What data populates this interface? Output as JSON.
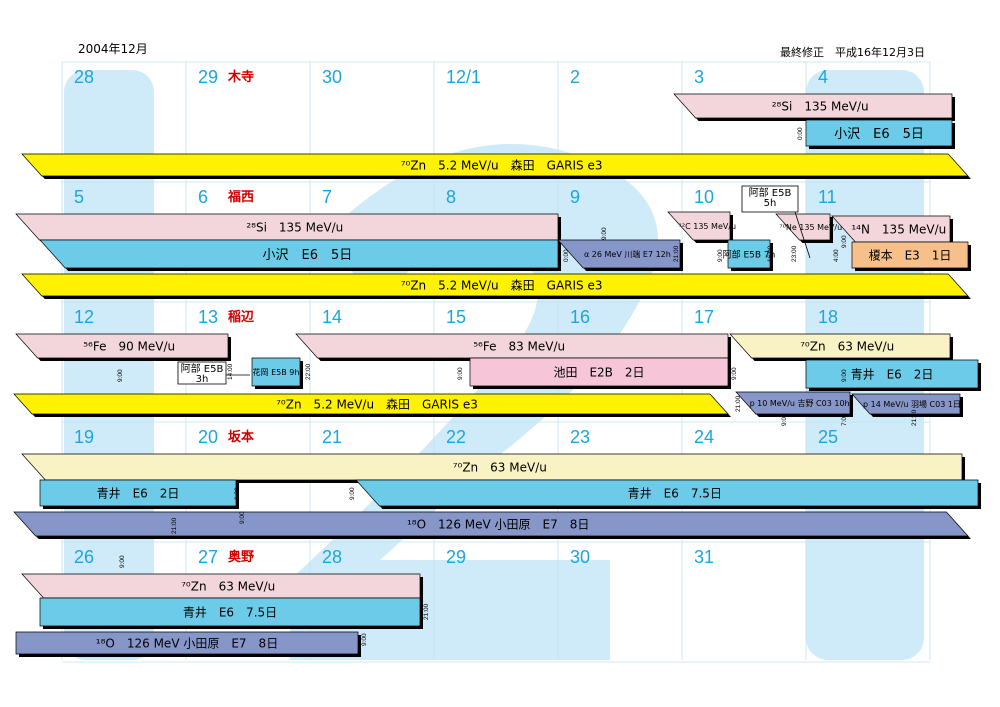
{
  "header": {
    "month": "2004年12月",
    "revision": "最終修正　平成16年12月3日"
  },
  "colors": {
    "pink": "#f3d6dc",
    "blue": "#6ccbe8",
    "yellow": "#fff200",
    "cream": "#f8f2c4",
    "purple": "#8796c8",
    "orange": "#f7c08a",
    "magenta": "#f6c6d8",
    "daynum": "#1aa7e1",
    "person": "#cc0000",
    "watermark": "#cfeaf8"
  },
  "weeks": [
    {
      "days": [
        {
          "d": "28"
        },
        {
          "d": "29",
          "p": "木寺"
        },
        {
          "d": "30"
        },
        {
          "d": "12/1"
        },
        {
          "d": "2"
        },
        {
          "d": "3"
        },
        {
          "d": "4"
        }
      ]
    },
    {
      "days": [
        {
          "d": "5"
        },
        {
          "d": "6",
          "p": "福西"
        },
        {
          "d": "7"
        },
        {
          "d": "8"
        },
        {
          "d": "9"
        },
        {
          "d": "10"
        },
        {
          "d": "11"
        }
      ]
    },
    {
      "days": [
        {
          "d": "12"
        },
        {
          "d": "13",
          "p": "稲辺"
        },
        {
          "d": "14"
        },
        {
          "d": "15"
        },
        {
          "d": "16"
        },
        {
          "d": "17"
        },
        {
          "d": "18"
        }
      ]
    },
    {
      "days": [
        {
          "d": "19"
        },
        {
          "d": "20",
          "p": "坂本"
        },
        {
          "d": "21"
        },
        {
          "d": "22"
        },
        {
          "d": "23"
        },
        {
          "d": "24"
        },
        {
          "d": "25"
        }
      ]
    },
    {
      "days": [
        {
          "d": "26"
        },
        {
          "d": "27",
          "p": "奥野"
        },
        {
          "d": "28"
        },
        {
          "d": "29"
        },
        {
          "d": "30"
        },
        {
          "d": "31"
        },
        {
          "d": ""
        }
      ]
    }
  ],
  "bars": [
    {
      "t": "²⁸Si　135 MeV/u",
      "c": "pink"
    },
    {
      "t": "小沢　E6　5日",
      "c": "blue"
    },
    {
      "t": "⁷⁰Zn　5.2 MeV/u　森田　GARIS e3",
      "c": "yellow"
    },
    {
      "t": "²⁸Si　135 MeV/u",
      "c": "pink"
    },
    {
      "t": "小沢　E6　5日",
      "c": "blue"
    },
    {
      "t": "α 26 MeV 川端 E7 12h",
      "c": "purple"
    },
    {
      "t": "¹²C 135 MeV/u",
      "c": "pink"
    },
    {
      "t": "阿部 E5B 7h",
      "c": "blue"
    },
    {
      "t": "⁷⁰Ne 135 MeV/u",
      "c": "pink"
    },
    {
      "t": "¹⁴N　135 MeV/u",
      "c": "pink"
    },
    {
      "t": "榎本　E3　1日",
      "c": "orange"
    },
    {
      "t": "⁷⁰Zn　5.2 MeV/u　森田　GARIS e3",
      "c": "yellow"
    },
    {
      "t": "⁵⁶Fe　90 MeV/u",
      "c": "pink"
    },
    {
      "t": "花岡 E5B 9h",
      "c": "blue"
    },
    {
      "t": "⁵⁶Fe　83 MeV/u",
      "c": "pink"
    },
    {
      "t": "池田　E2B　2日",
      "c": "magenta"
    },
    {
      "t": "⁷⁰Zn　63 MeV/u",
      "c": "cream"
    },
    {
      "t": "青井　E6　2日",
      "c": "blue"
    },
    {
      "t": "⁷⁰Zn　5.2 MeV/u　森田　GARIS e3",
      "c": "yellow"
    },
    {
      "t": "p 10 MeV/u 吉野 C03 10h",
      "c": "purple"
    },
    {
      "t": "p 14 MeV/u 羽場 C03 1日",
      "c": "purple"
    },
    {
      "t": "⁷⁰Zn　63 MeV/u",
      "c": "cream"
    },
    {
      "t": "青井　E6　2日",
      "c": "blue"
    },
    {
      "t": "青井　E6　7.5日",
      "c": "blue"
    },
    {
      "t": "¹⁸O　126 MeV 小田原　E7　8日",
      "c": "purple"
    },
    {
      "t": "⁷⁰Zn　63 MeV/u",
      "c": "pink"
    },
    {
      "t": "青井　E6　7.5日",
      "c": "blue"
    },
    {
      "t": "¹⁸O　126 MeV 小田原　E7　8日",
      "c": "purple"
    }
  ],
  "notes": [
    {
      "t": "阿部 E5B\n5h"
    },
    {
      "t": "阿部 E5B\n3h"
    }
  ],
  "times": [
    "0:00",
    "0:00",
    "9:00",
    "21:00",
    "9:00",
    "16:00",
    "23:00",
    "4:00",
    "9:00",
    "9:00",
    "14:00",
    "22:00",
    "9:00",
    "9:00",
    "9:00",
    "21:00",
    "9:00",
    "7:00",
    "21:00",
    "9:00",
    "9:00",
    "21:00",
    "9:00",
    "9:00",
    "21:00",
    "9:00"
  ]
}
